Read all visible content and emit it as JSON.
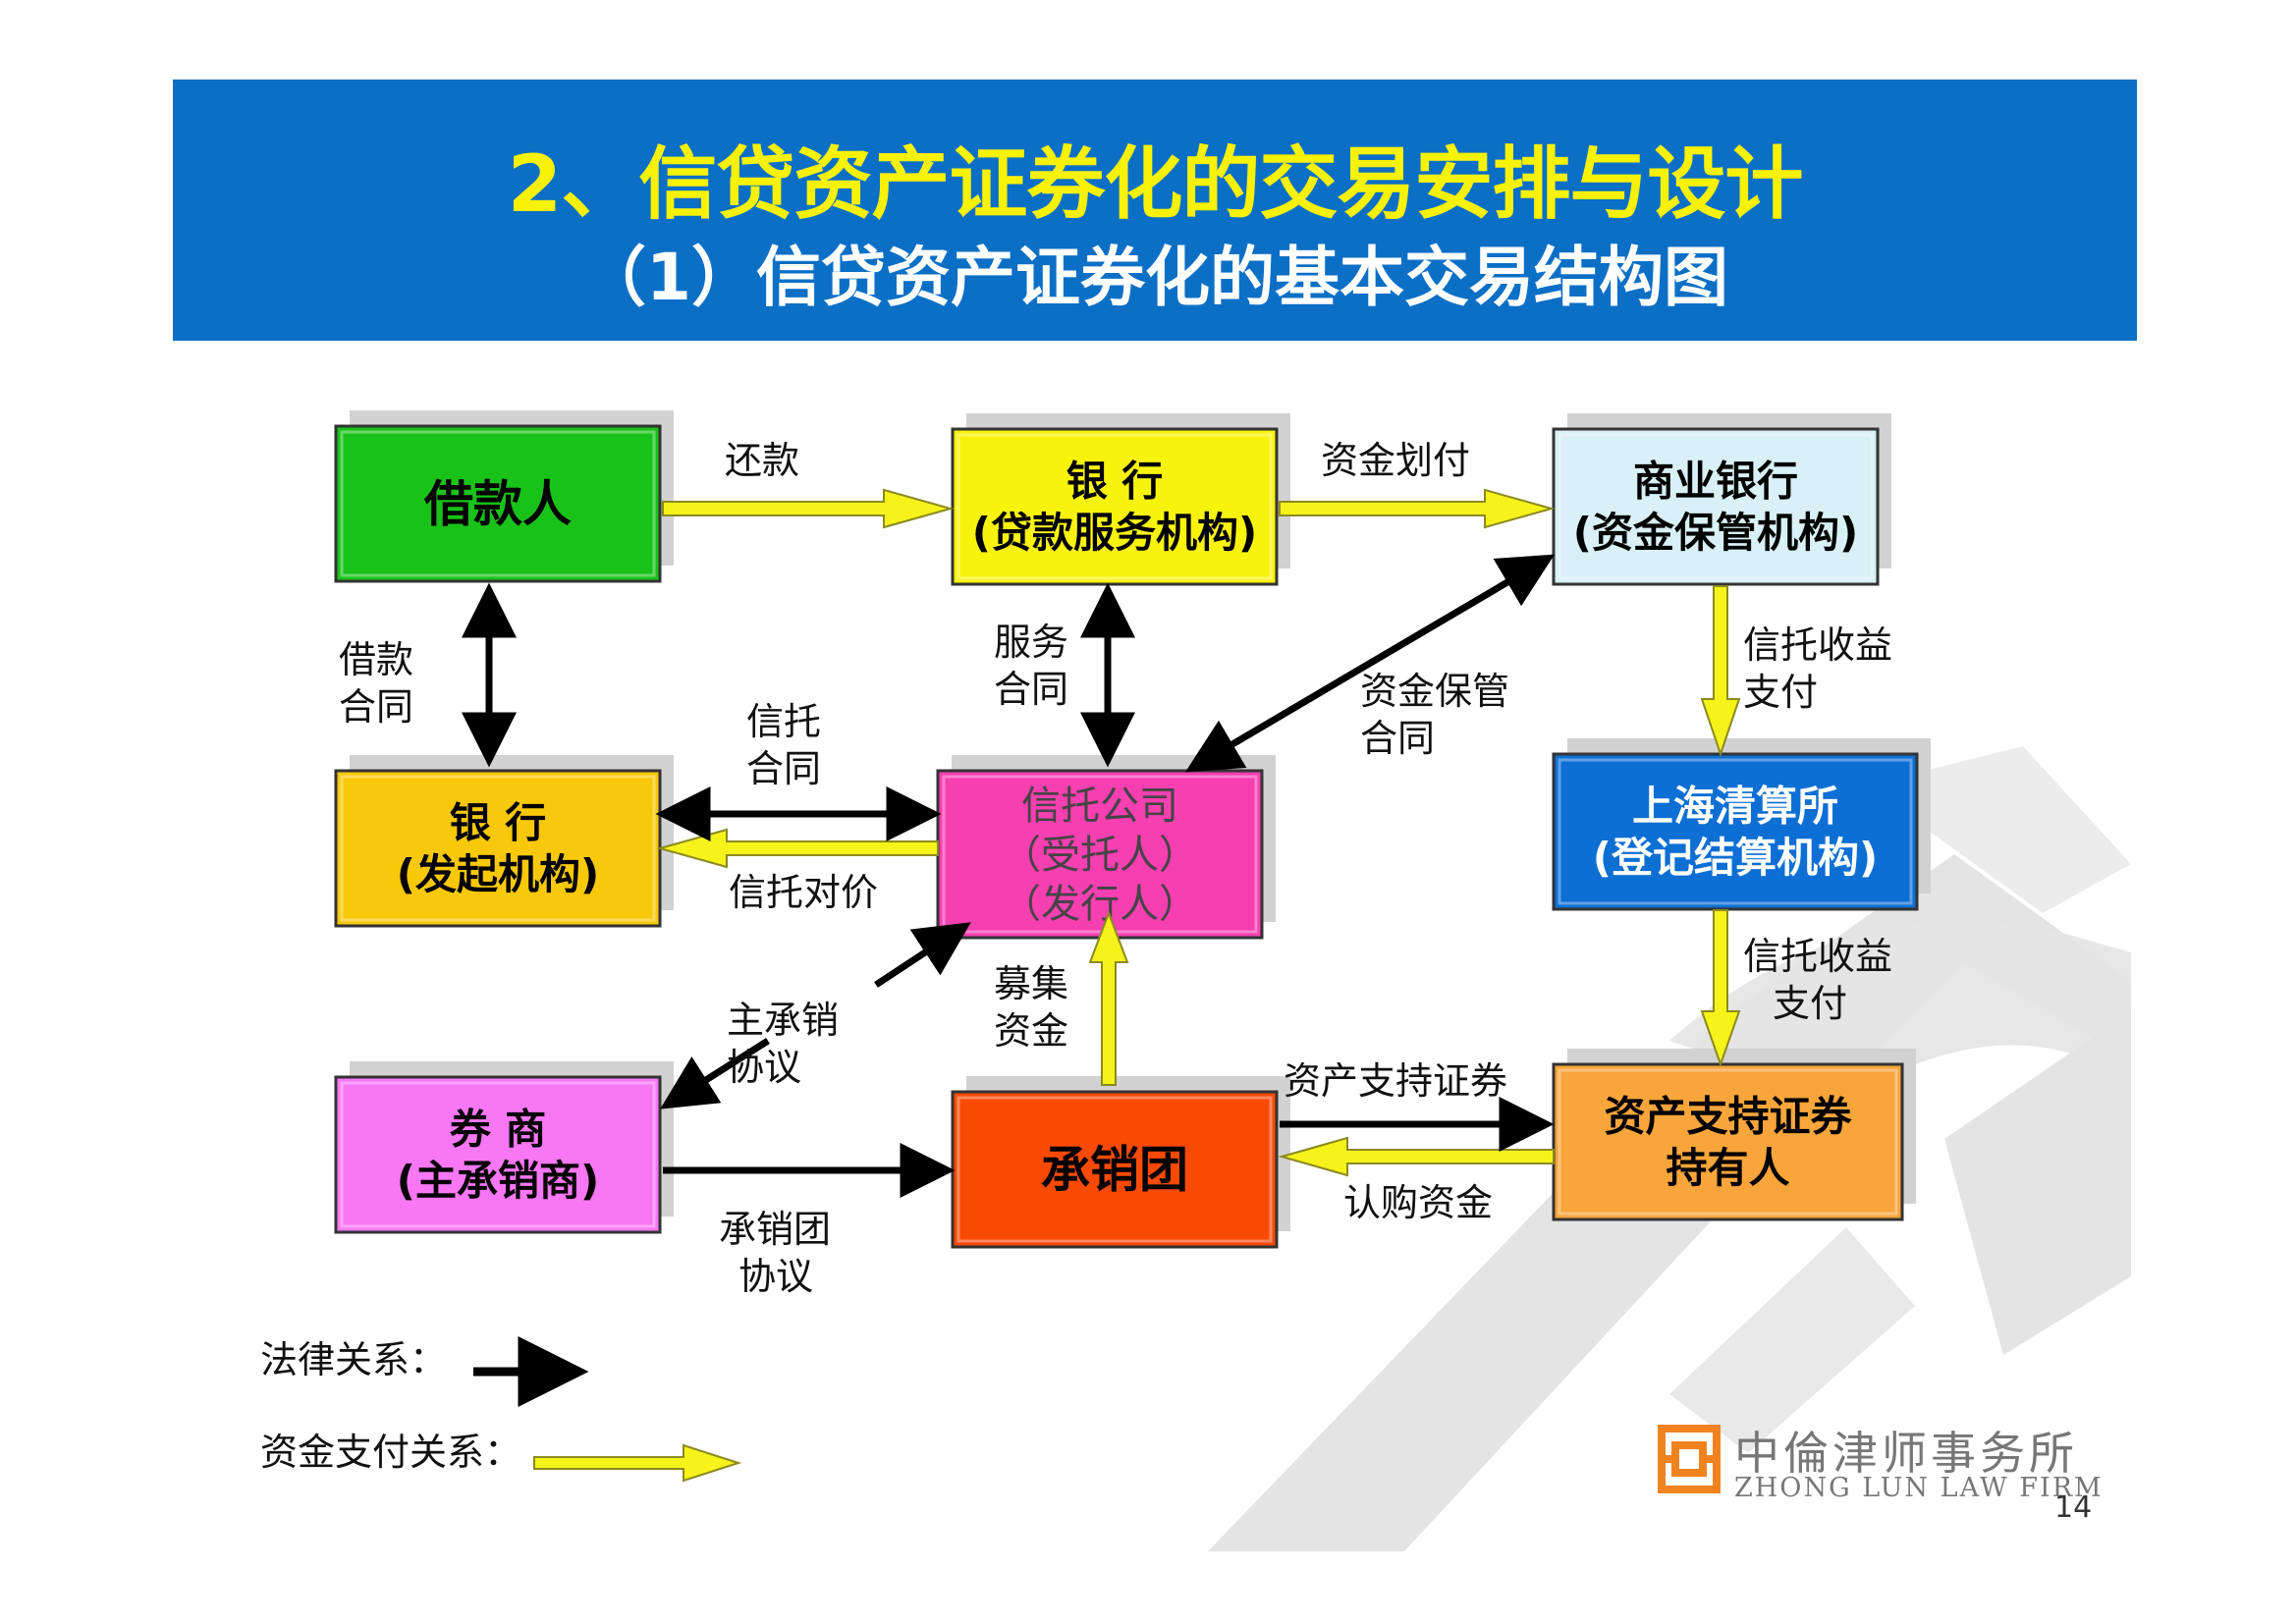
{
  "header": {
    "title": "2、信贷资产证券化的交易安排与设计",
    "subtitle": "（1）信贷资产证券化的基本交易结构图"
  },
  "nodes": {
    "borrower": {
      "lines": [
        "借款人"
      ],
      "color": "#19c219"
    },
    "servicer_bank": {
      "lines": [
        "银 行",
        "(贷款服务机构)"
      ],
      "color": "#f8f30d"
    },
    "custodian_bank": {
      "lines": [
        "商业银行",
        "(资金保管机构)"
      ],
      "color": "#d8f0f6"
    },
    "originator_bank": {
      "lines": [
        "银 行",
        "(发起机构)"
      ],
      "color": "#f8c80a"
    },
    "trust_company": {
      "lines": [
        "信托公司",
        "（受托人）",
        "（发行人）"
      ],
      "color": "#f63fb1"
    },
    "clearing_house": {
      "lines": [
        "上海清算所",
        "(登记结算机构)"
      ],
      "color": "#0d6fd4"
    },
    "broker": {
      "lines": [
        "券 商",
        "(主承销商)"
      ],
      "color": "#f777f4"
    },
    "underwriting_syndicate": {
      "lines": [
        "承销团"
      ],
      "color": "#f84a05"
    },
    "abs_holder": {
      "lines": [
        "资产支持证券",
        "持有人"
      ],
      "color": "#f8a53b"
    }
  },
  "edge_labels": {
    "repayment": "还款",
    "fund_transfer": "资金划付",
    "loan_contract": [
      "借款",
      "合同"
    ],
    "service_contract": [
      "服务",
      "合同"
    ],
    "custody_contract": [
      "资金保管",
      "合同"
    ],
    "trust_income_payment_1": [
      "信托收益",
      "支付"
    ],
    "trust_contract": [
      "信托",
      "合同"
    ],
    "trust_consideration": "信托对价",
    "trust_income_payment_2": [
      "信托收益",
      "支付"
    ],
    "lead_underwriting_agreement": [
      "主承销",
      "协议"
    ],
    "raised_funds": [
      "募集",
      "资金"
    ],
    "abs_securities": "资产支持证券",
    "subscription_funds": "认购资金",
    "syndicate_agreement": [
      "承销团",
      "协议"
    ]
  },
  "legend": {
    "legal": "法律关系：",
    "payment": "资金支付关系："
  },
  "logo": {
    "cn": "中倫津师事务所",
    "en": "ZHONG LUN LAW FIRM"
  },
  "page_number": "14",
  "colors": {
    "header_bg": "#0b6fc6",
    "title": "#f8f206",
    "payment_arrow": "#f6f31a",
    "legal_arrow": "#000000"
  }
}
